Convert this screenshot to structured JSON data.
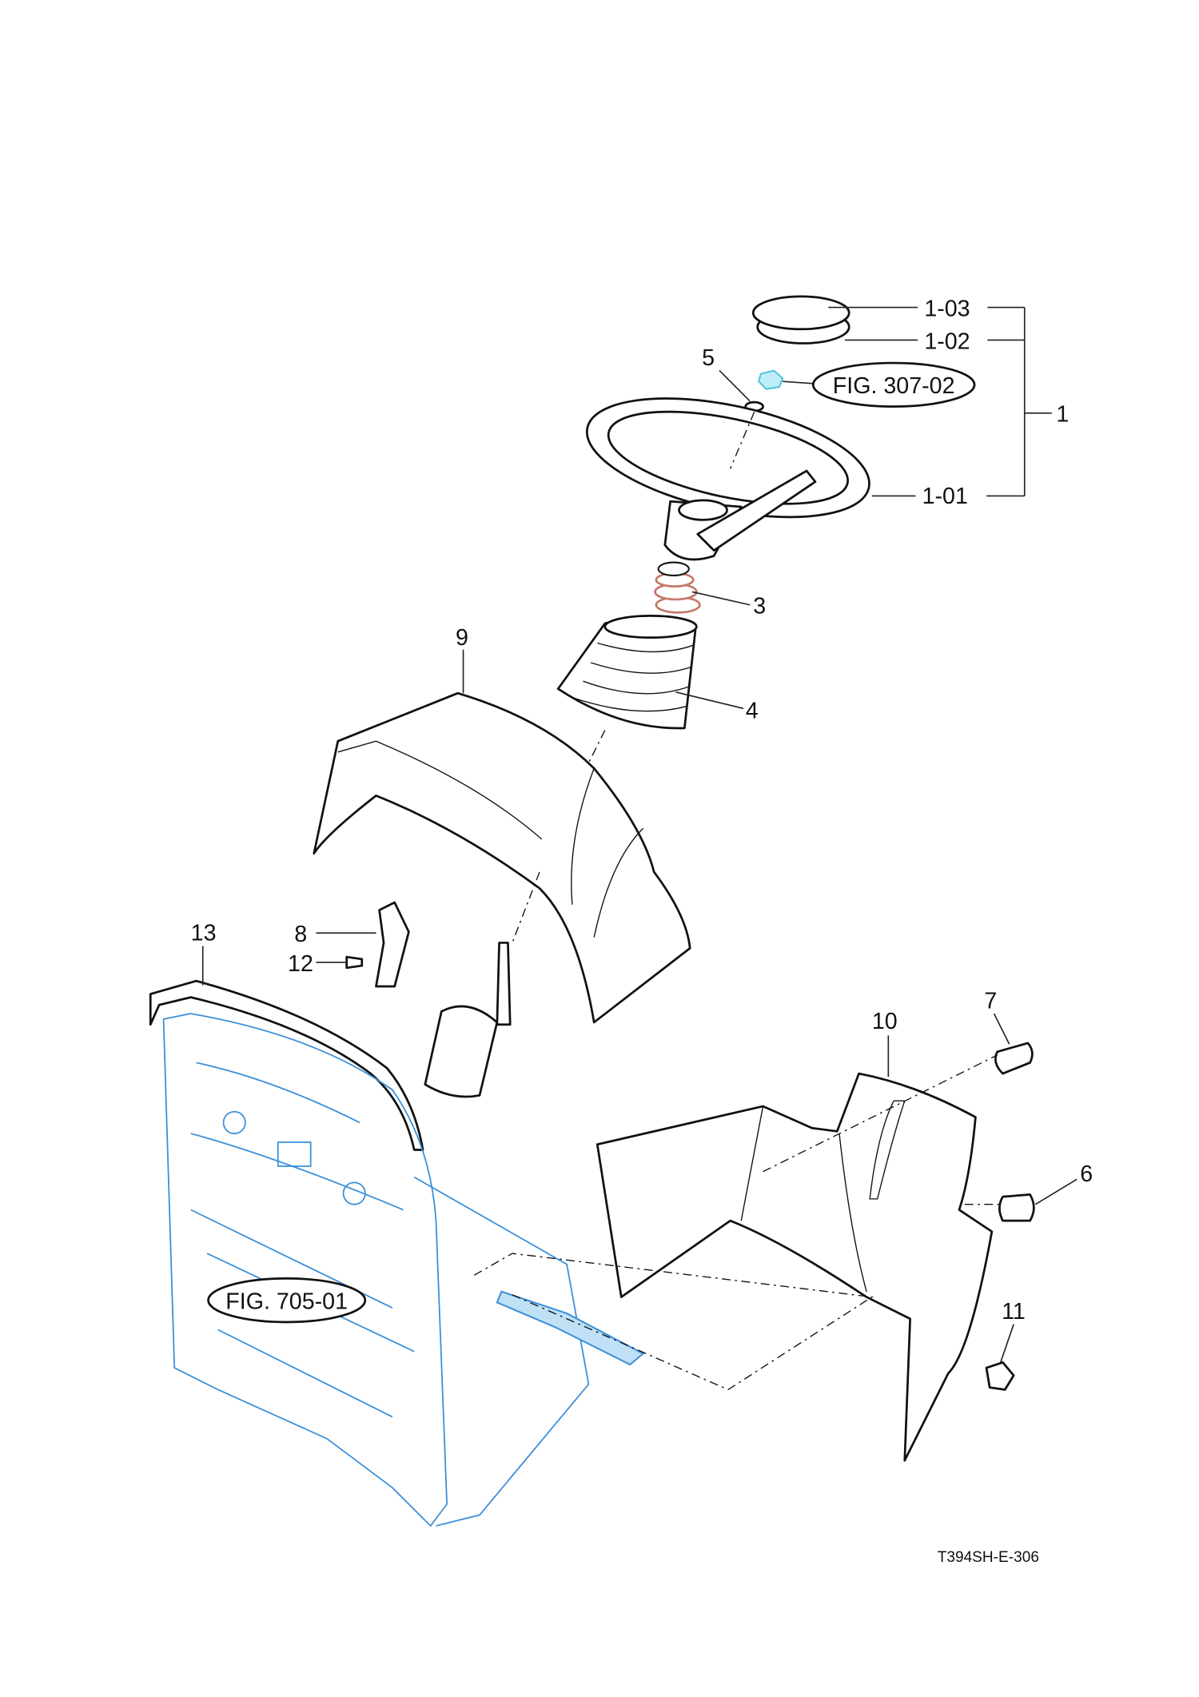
{
  "diagram": {
    "figure_code": "T394SH-E-306",
    "callouts": {
      "c1": "1",
      "c1_01": "1-01",
      "c1_02": "1-02",
      "c1_03": "1-03",
      "c3": "3",
      "c4": "4",
      "c5": "5",
      "c6": "6",
      "c7": "7",
      "c8": "8",
      "c9": "9",
      "c10": "10",
      "c11": "11",
      "c12": "12",
      "c13": "13"
    },
    "references": {
      "fig_307_02": "FIG. 307-02",
      "fig_705_01": "FIG. 705-01"
    },
    "colors": {
      "reference_parts": "#3a8fd8",
      "bellows": "#c47a6a",
      "nut": "#4fc3e0"
    }
  }
}
